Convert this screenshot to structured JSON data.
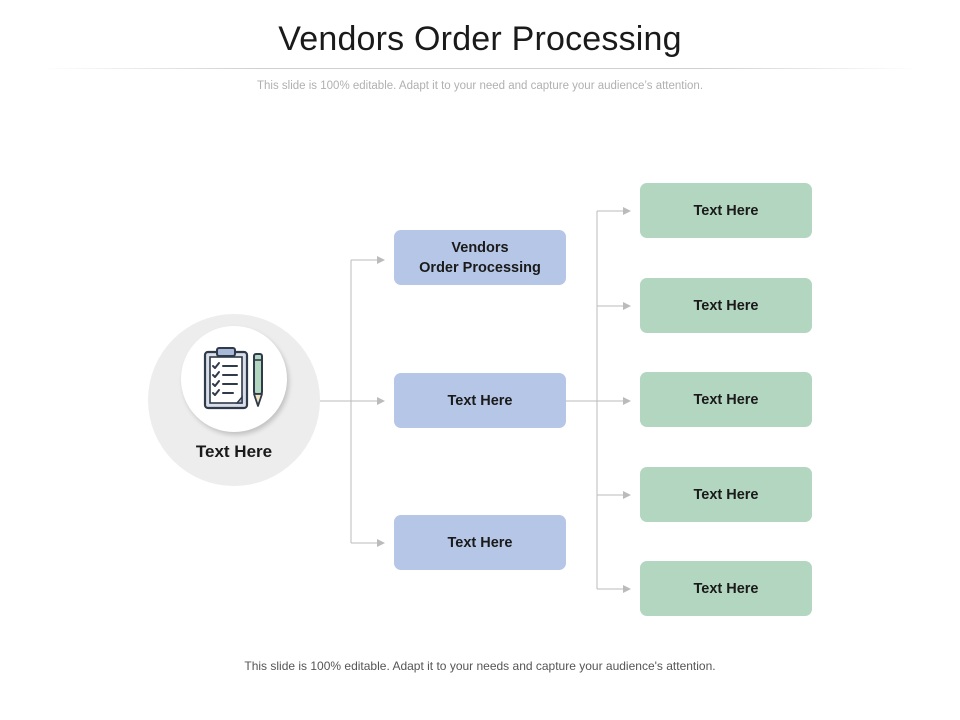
{
  "title": "Vendors Order Processing",
  "subtitle": "This slide is 100% editable. Adapt it to your need and capture your audience’s attention.",
  "footer": "This slide is 100% editable. Adapt it to your needs and capture your audience's attention.",
  "root": {
    "label": "Text Here",
    "icon": "clipboard-checklist-pencil-icon"
  },
  "middle": [
    {
      "line1": "Vendors",
      "line2": "Order Processing"
    },
    {
      "line1": "Text Here",
      "line2": ""
    },
    {
      "line1": "Text Here",
      "line2": ""
    }
  ],
  "right": [
    "Text Here",
    "Text Here",
    "Text Here",
    "Text Here",
    "Text Here"
  ],
  "colors": {
    "middle_fill": "#b5c6e6",
    "right_fill": "#b3d6c0",
    "circle_outer": "#ededed",
    "connector": "#bbbbbb",
    "icon_outline": "#2f3a4a"
  }
}
